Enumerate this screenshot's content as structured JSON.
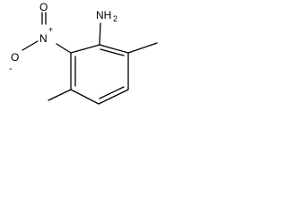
{
  "molecule": {
    "amine_label": "NH",
    "amine_subscript": "2",
    "nitrogen_label": "N",
    "nitro_charge": "+",
    "oxygen_left_label": "O",
    "oxygen_left_charge": "-",
    "oxygen_top_label": "O"
  }
}
